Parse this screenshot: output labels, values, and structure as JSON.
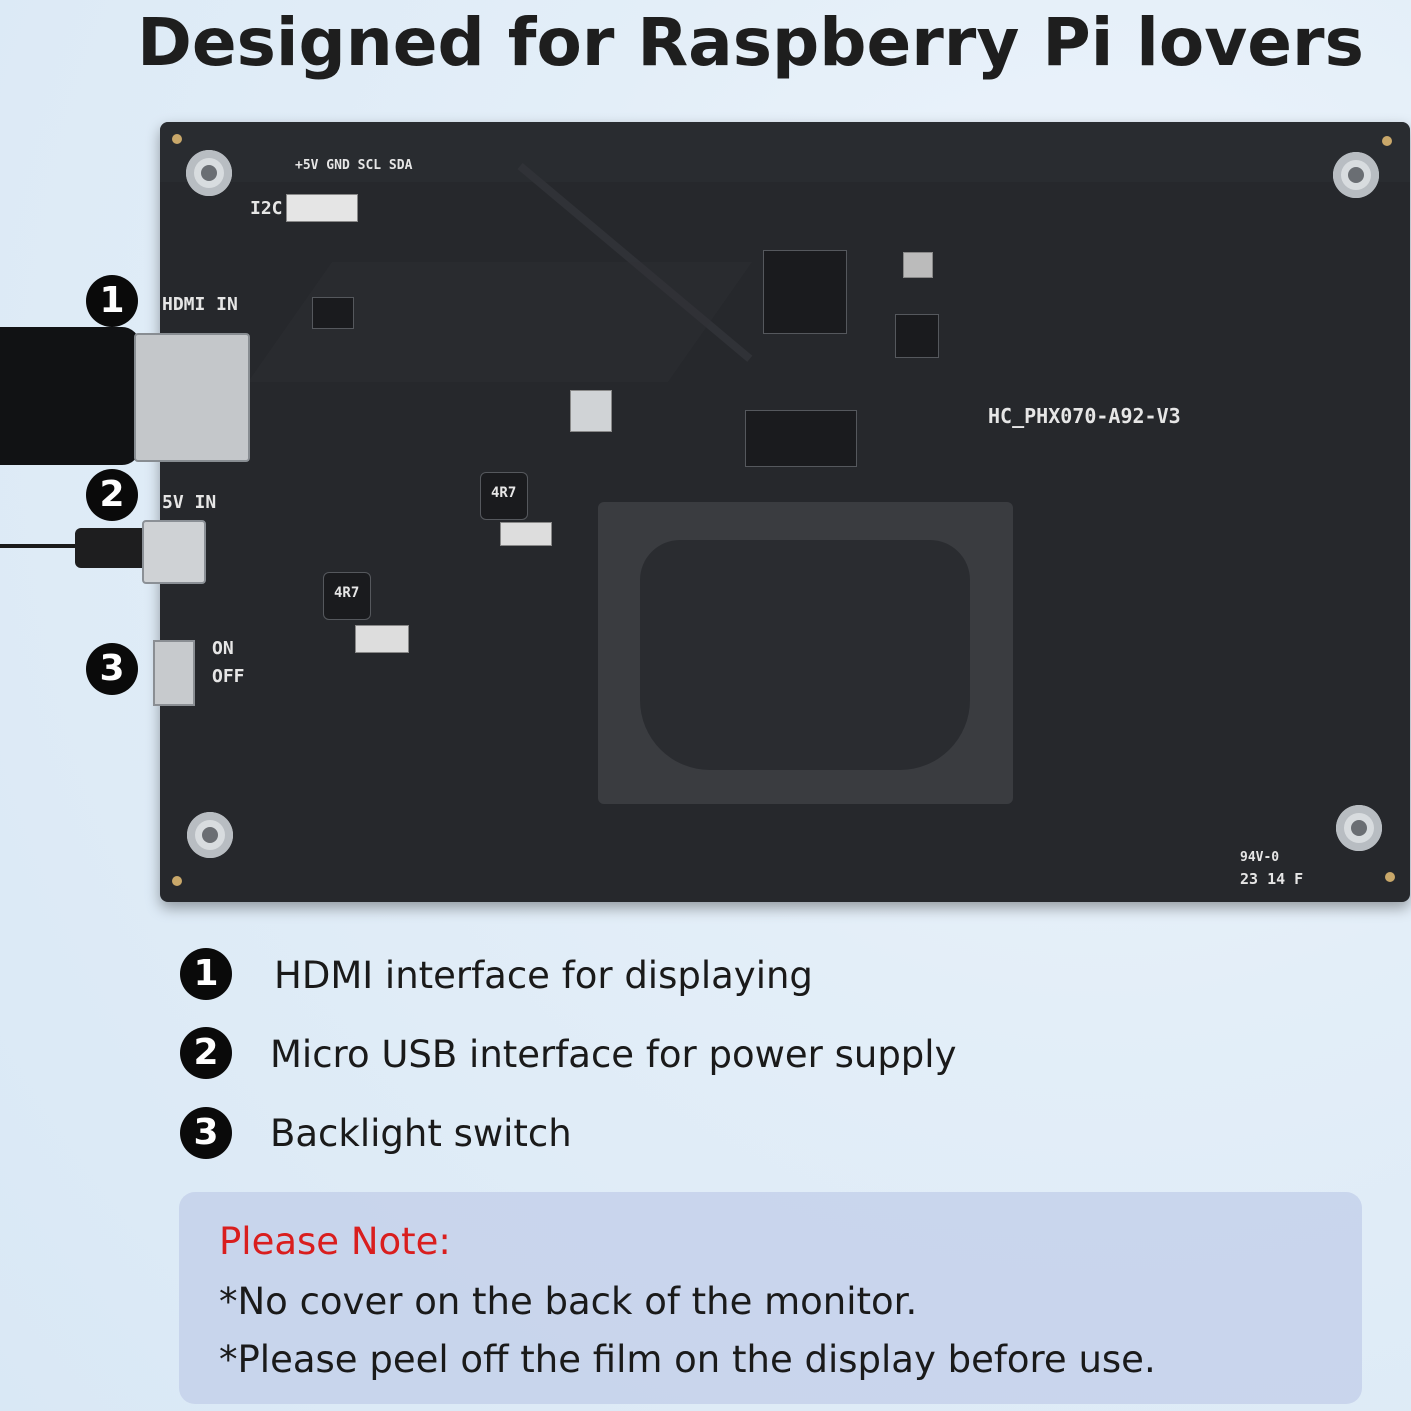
{
  "title": "Designed for Raspberry Pi lovers",
  "board": {
    "hdmi_label": "HDMI IN",
    "power_label": "5V IN",
    "switch_on": "ON",
    "switch_off": "OFF",
    "i2c_label": "I2C",
    "pin_labels": "+5V GND SCL SDA",
    "model": "HC_PHX070-A92-V3",
    "rating": "94V-0",
    "date_code": "23 14 F",
    "inductor_1": "4R7",
    "inductor_2": "4R7"
  },
  "features": [
    {
      "num": "1",
      "text": "HDMI interface for displaying"
    },
    {
      "num": "2",
      "text": "Micro USB interface for power supply"
    },
    {
      "num": "3",
      "text": "Backlight switch"
    }
  ],
  "note": {
    "title": "Please Note:",
    "lines": [
      "*No cover on the back of the monitor.",
      "*Please peel off the film on the display before use."
    ]
  },
  "colors": {
    "board": "#26282c",
    "note_title": "#d91e1e",
    "note_bg": "#c3d0ea"
  }
}
